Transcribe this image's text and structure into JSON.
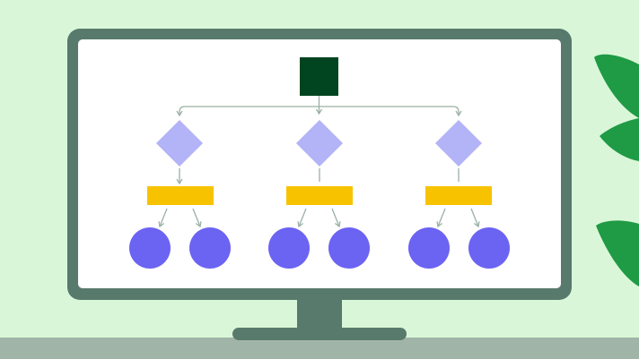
{
  "scene": {
    "background_color": "#d9f7d8",
    "desk_color": "#a0b5a8",
    "monitor_bezel_color": "#587a6c",
    "screen_color": "#ffffff",
    "plant_color": "#1f9a45"
  },
  "diagram": {
    "root": {
      "shape": "square",
      "color": "#004520"
    },
    "decision": {
      "shape": "diamond",
      "color": "#b3b3f7"
    },
    "process": {
      "shape": "rectangle",
      "color": "#f7c300"
    },
    "leaf": {
      "shape": "circle",
      "color": "#6b63f2"
    },
    "connector_color": "#9ab1a5",
    "branches": [
      {
        "id": "left",
        "leaves": 2
      },
      {
        "id": "middle",
        "leaves": 2
      },
      {
        "id": "right",
        "leaves": 2
      }
    ]
  }
}
